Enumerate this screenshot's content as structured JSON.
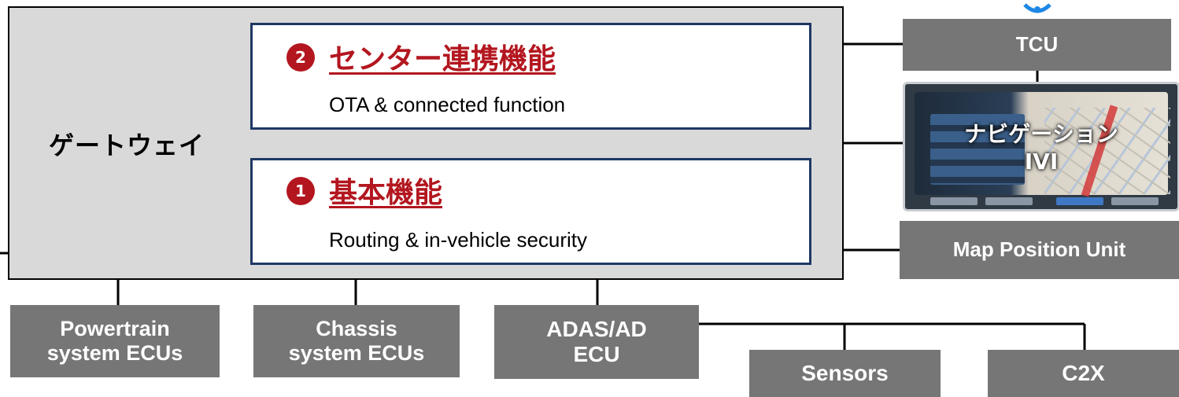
{
  "gateway": {
    "label": "ゲートウェイ"
  },
  "functions": {
    "center": {
      "number": "2",
      "title": "センター連携機能",
      "subtitle": "OTA & connected function"
    },
    "basic": {
      "number": "1",
      "title": "基本機能",
      "subtitle": "Routing & in-vehicle security"
    }
  },
  "right_units": {
    "tcu": "TCU",
    "ivi_line1": "ナビゲーション",
    "ivi_line2": "IVI",
    "map_position": "Map Position Unit"
  },
  "bottom_units": {
    "powertrain_line1": "Powertrain",
    "powertrain_line2": "system ECUs",
    "chassis_line1": "Chassis",
    "chassis_line2": "system ECUs",
    "adas_line1": "ADAS/AD",
    "adas_line2": "ECU",
    "sensors": "Sensors",
    "c2x": "C2X"
  },
  "colors": {
    "gateway_fill": "#d9d9d9",
    "function_border": "#1f3864",
    "accent_red": "#b3161f",
    "unit_gray": "#767676",
    "wifi_blue": "#1e88e5"
  }
}
